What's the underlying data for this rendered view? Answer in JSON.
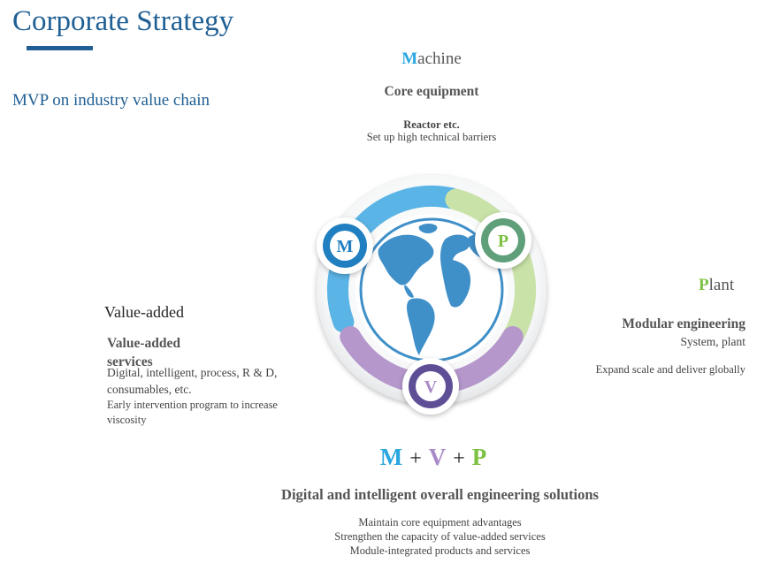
{
  "header": {
    "title": "Corporate Strategy",
    "subtitle": "MVP on industry value chain"
  },
  "machine": {
    "lead_letter": "M",
    "title_rest": "achine",
    "heading": "Core equipment",
    "sub": "Reactor etc.",
    "description": "Set up high technical barriers"
  },
  "plant": {
    "lead_letter": "P",
    "title_rest": "lant",
    "heading": "Modular engineering",
    "sub": "System, plant",
    "description": "Expand scale and deliver globally"
  },
  "value_added": {
    "title": "Value-added",
    "heading": "Value-added services",
    "sub": "Digital, intelligent, process, R & D, consumables, etc.",
    "description": "Early intervention program to increase viscosity"
  },
  "diagram": {
    "badges": {
      "m": "M",
      "p": "P",
      "v": "V"
    },
    "colors": {
      "machine": "#5ab4e5",
      "plant": "#c9e2a8",
      "value": "#b597cc",
      "globe": "#3f8fc8"
    }
  },
  "formula": {
    "m": "M",
    "plus1": "+",
    "v": "V",
    "plus2": "+",
    "p": "P"
  },
  "solutions": {
    "heading": "Digital and intelligent overall engineering solutions",
    "lines": [
      "Maintain core equipment advantages",
      "Strengthen the capacity of value-added services",
      "Module-integrated products and services"
    ]
  },
  "colors": {
    "title": "#1f5f94",
    "m_accent": "#2aa7df",
    "v_accent": "#a989c8",
    "p_accent": "#7cc142"
  }
}
